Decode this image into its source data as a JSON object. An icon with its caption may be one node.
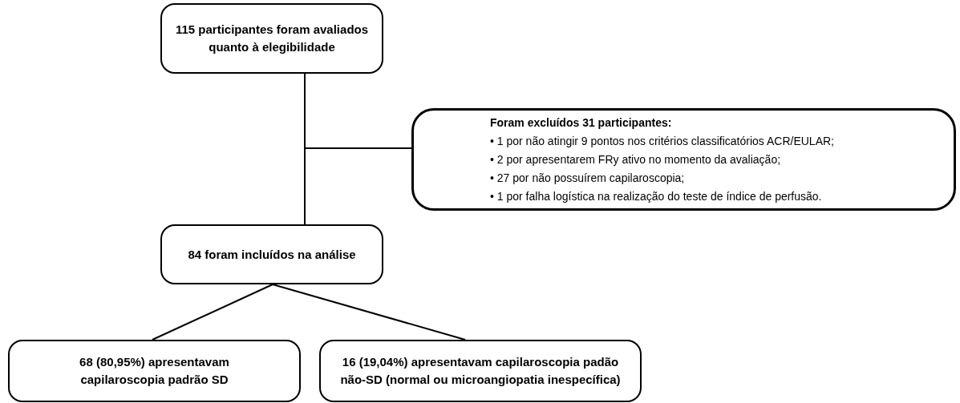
{
  "diagram": {
    "nodes": [
      {
        "text": [
          "115 participantes foram avaliados quanto à elegibilidade"
        ]
      },
      {
        "text": [
          "Foram excluídos 31 participantes:",
          "• 1 por não atingir 9 pontos nos critérios classificatórios ACR/EULAR;",
          "• 2 por apresentarem FRy ativo no momento da avaliação;",
          "• 27 por não possuírem capilaroscopia;",
          "• 1 por falha logística na realização do teste de índice de perfusão."
        ]
      },
      {
        "text": [
          "84 foram incluídos na análise"
        ]
      },
      {
        "text": [
          "68 (80,95%) apresentavam capilaroscopia padrão SD"
        ]
      },
      {
        "text": [
          "16 (19,04%) apresentavam capilaroscopia padão não-SD (normal ou microangiopatia inespecífica)"
        ]
      }
    ],
    "edges": [
      {
        "from": 0,
        "to": 2,
        "arrow": "none"
      },
      {
        "from": 0,
        "to": 1,
        "arrow": "none"
      },
      {
        "from": 2,
        "to": 3,
        "arrow": "none"
      },
      {
        "from": 2,
        "to": 4,
        "arrow": "none"
      }
    ]
  }
}
